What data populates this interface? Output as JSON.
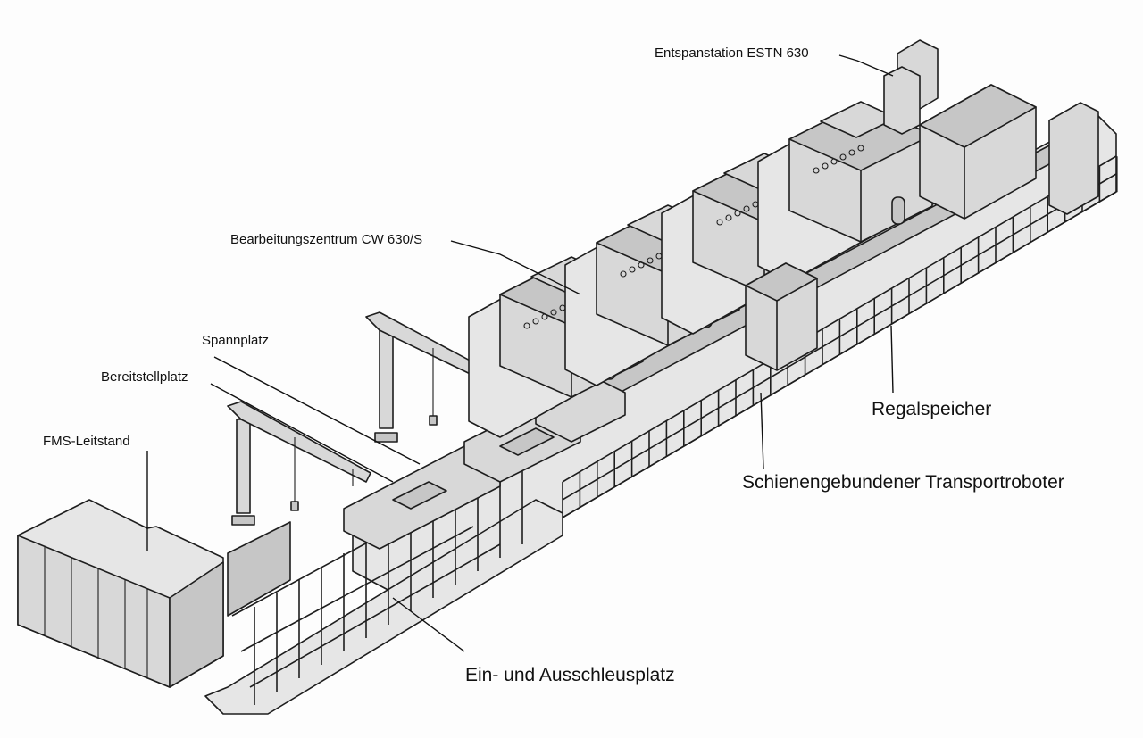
{
  "labels": {
    "entspanstation": "Entspanstation ESTN 630",
    "bearbeitungszentrum": "Bearbeitungszentrum CW 630/S",
    "spannplatz": "Spannplatz",
    "bereitstellplatz": "Bereitstellplatz",
    "fms_leitstand": "FMS-Leitstand",
    "regalspeicher": "Regalspeicher",
    "transportroboter": "Schienengebundener Transportroboter",
    "ein_ausschleusplatz": "Ein- und Ausschleusplatz"
  },
  "colors": {
    "line": "#1e1e1e",
    "fill_light": "#e6e6e6",
    "fill_mid": "#d8d8d8",
    "fill_dark": "#c6c6c6",
    "background": "#fdfdfd"
  }
}
